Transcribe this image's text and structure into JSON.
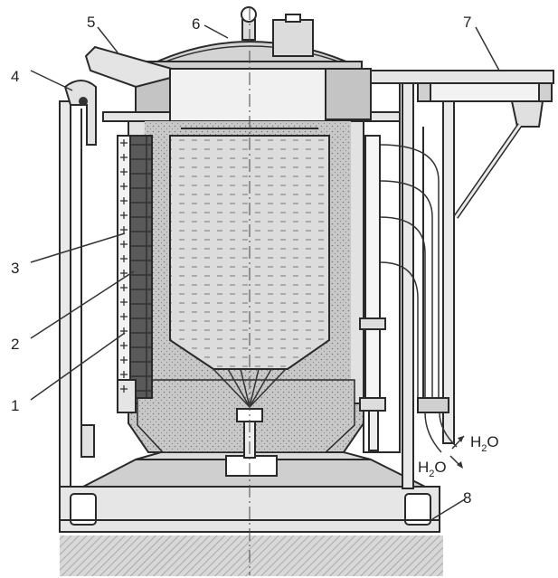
{
  "labels": {
    "l1": "1",
    "l2": "2",
    "l3": "3",
    "l4": "4",
    "l5": "5",
    "l6": "6",
    "l7": "7",
    "l8": "8"
  },
  "flows": {
    "water_in": {
      "main": "H",
      "sub": "2",
      "tail": "O"
    },
    "water_out": {
      "main": "H",
      "sub": "2",
      "tail": "O"
    }
  },
  "colors": {
    "outline": "#2a2a2a",
    "steel_light": "#e2e2e2",
    "steel_mid": "#c9c9c9",
    "insulation": "#bdbdbd",
    "melt": "#d9d9d9",
    "sand": "#c4c4c4",
    "ground": "#d6d6d6"
  }
}
